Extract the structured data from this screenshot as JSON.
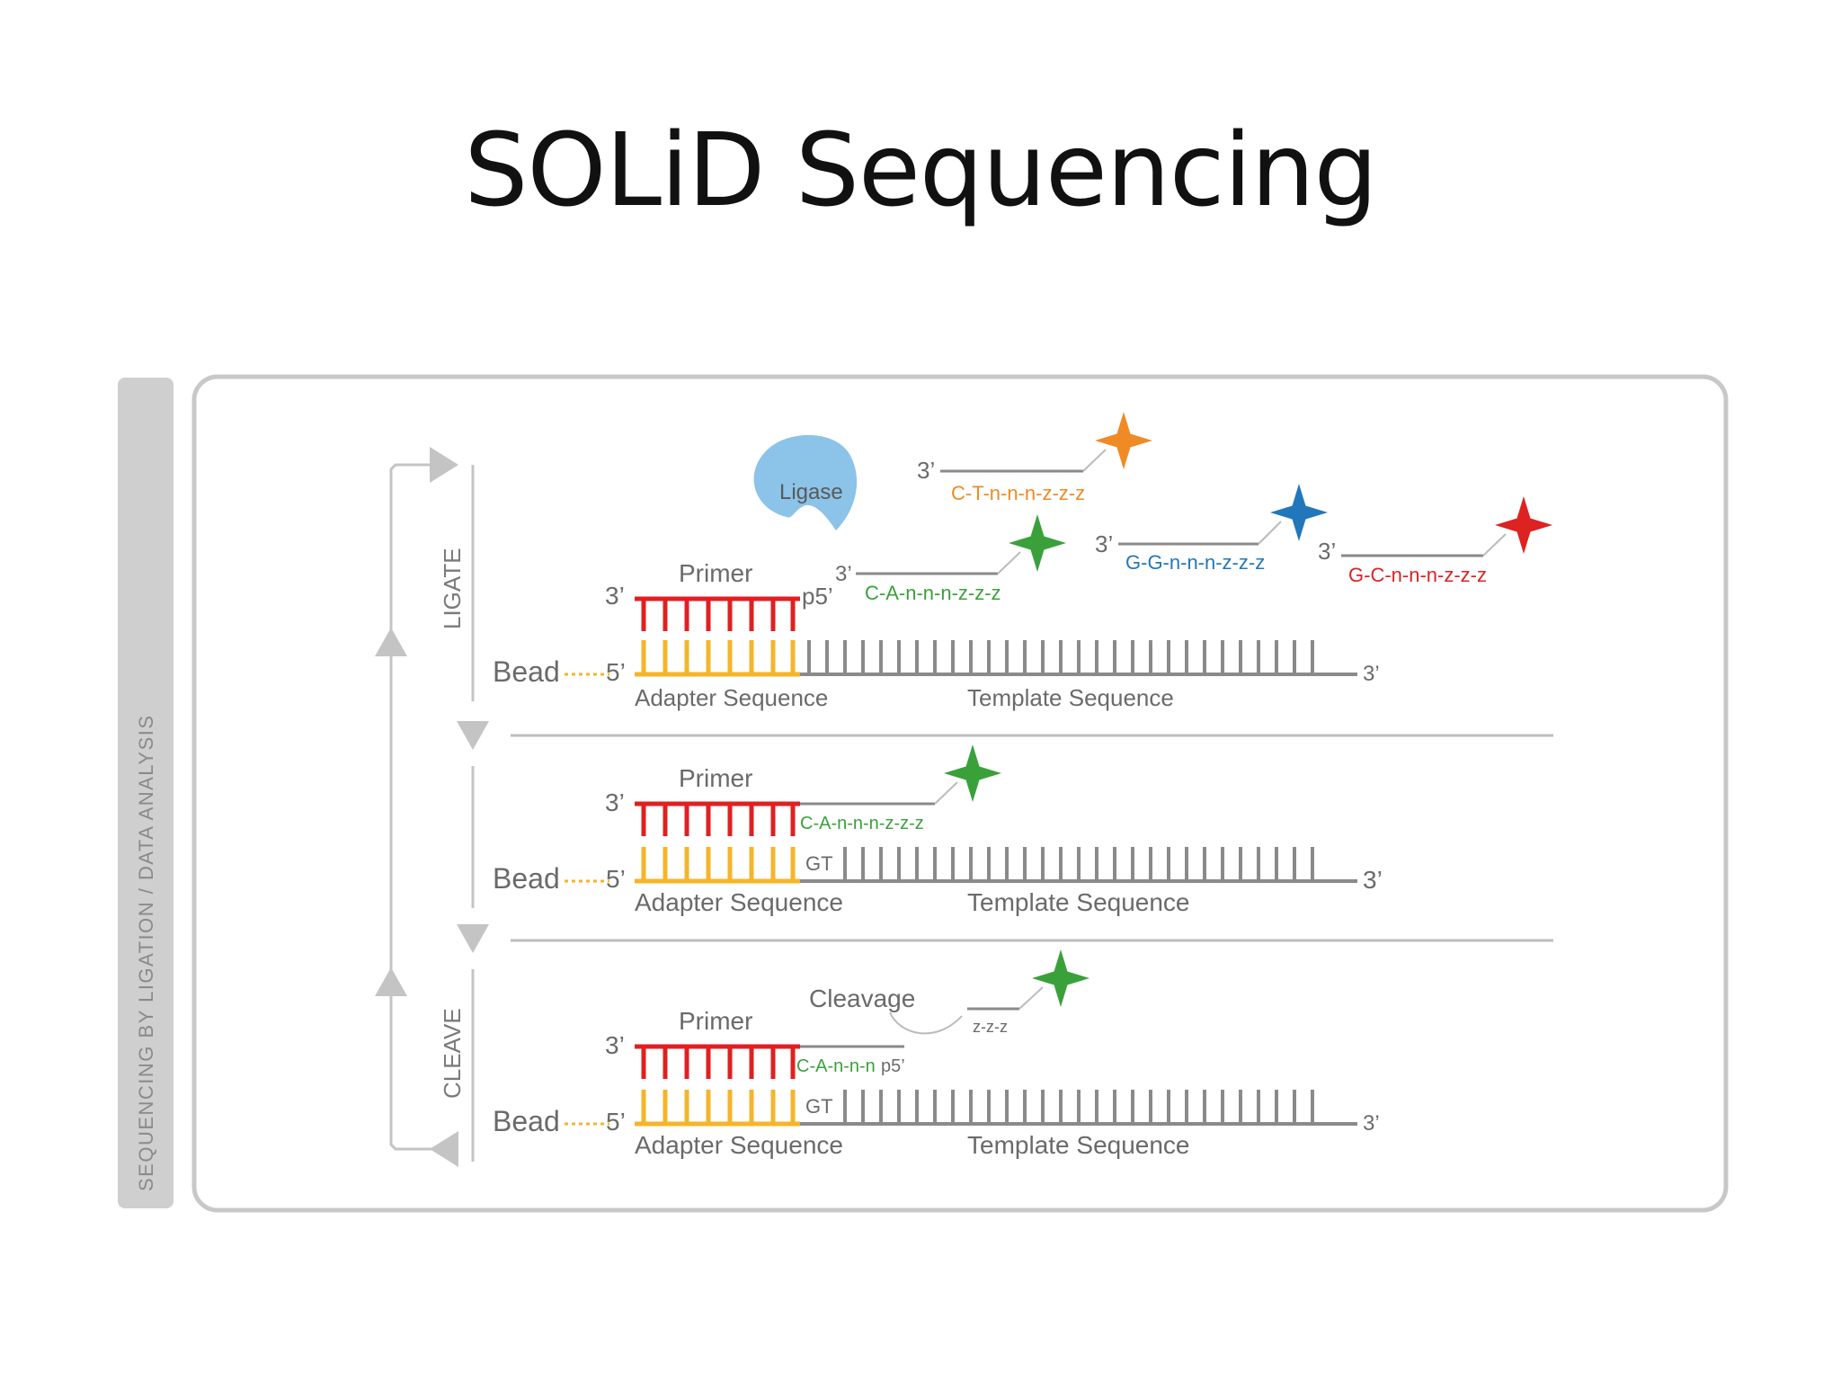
{
  "slide": {
    "title": "SOLiD Sequencing"
  },
  "side_label": "SEQUENCING BY LIGATION / DATA ANALYSIS",
  "cycle_labels": {
    "ligate": "LIGATE",
    "cleave": "CLEAVE"
  },
  "ligase_label": "Ligase",
  "labels": {
    "primer": "Primer",
    "bead": "Bead",
    "adapter": "Adapter Sequence",
    "template": "Template  Sequence",
    "three_prime": "3’",
    "five_prime": "5’",
    "p5": "p5’",
    "gt": "GT",
    "cleavage": "Cleavage",
    "zzz": "z-z-z",
    "ca_cleaved": "C-A-n-n-n",
    "ca_bound": "C-A-n-n-n-z-z-z"
  },
  "probes": [
    {
      "seq": "C-A-n-n-n-z-z-z",
      "color": "#3aa13a"
    },
    {
      "seq": "C-T-n-n-n-z-z-z",
      "color": "#f08a24"
    },
    {
      "seq": "G-G-n-n-n-z-z-z",
      "color": "#2277bb"
    },
    {
      "seq": "G-C-n-n-n-z-z-z",
      "color": "#dd2222"
    }
  ],
  "colors": {
    "primer": "#e02020",
    "adapter": "#f5b52a",
    "template": "#8a8a8a",
    "ligase": "#8cc3e8",
    "frame": "#c8c8c8"
  }
}
